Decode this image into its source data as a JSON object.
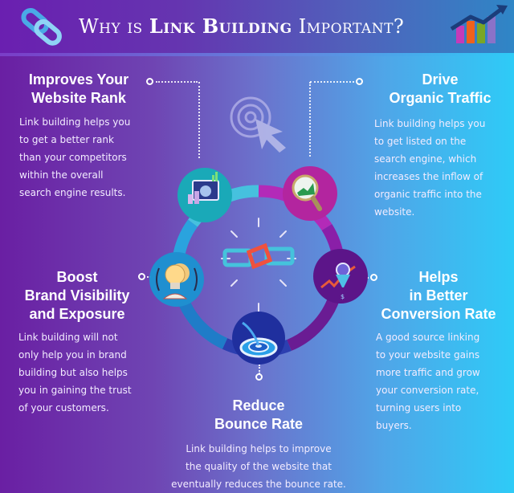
{
  "header": {
    "title_part1": "Why is ",
    "title_part2": "Link Building",
    "title_part3": " Important?",
    "left_icon": "chain-link-icon",
    "right_icon": "growth-bar-chart-icon"
  },
  "colors": {
    "bg_left": "#6a1fa3",
    "bg_right": "#2ecbf7",
    "ring_cyan": "#3fb4da",
    "ring_magenta": "#b32ab8",
    "ring_purple": "#6a1c93",
    "ring_navy": "#2c3fb0",
    "ring_blue": "#2a8fd6"
  },
  "center": {
    "icon": "broken-chain-link-icon",
    "top_icon": "click-cursor-icon"
  },
  "benefits": [
    {
      "id": "website-rank",
      "title_lines": [
        "Improves Your",
        "Website Rank"
      ],
      "desc_lines": [
        "Link building helps you",
        "to get a better rank",
        "than your competitors",
        "within the overall",
        "search engine results."
      ],
      "icon": "analytics-monitor-icon",
      "circle_color": "#1aa9b8"
    },
    {
      "id": "organic-traffic",
      "title_lines": [
        "Drive",
        "Organic Traffic"
      ],
      "desc_lines": [
        "Link building helps you",
        "to get listed on the",
        "search engine, which",
        "increases the inflow of",
        "organic traffic into the",
        "website."
      ],
      "icon": "magnifier-search-icon",
      "circle_color": "#b3259f"
    },
    {
      "id": "brand-visibility",
      "title_lines": [
        "Boost",
        "Brand Visibility",
        "and Exposure"
      ],
      "desc_lines": [
        "Link building will not",
        "only help you in brand",
        "building but also helps",
        "you in gaining the trust",
        "of your customers."
      ],
      "icon": "lightbulb-person-icon",
      "circle_color": "#1f8fd0"
    },
    {
      "id": "conversion-rate",
      "title_lines": [
        "Helps",
        "in Better",
        "Conversion Rate"
      ],
      "desc_lines": [
        "A good source linking",
        "to your website gains",
        "more traffic and grow",
        "your conversion rate,",
        "turning users into",
        "buyers."
      ],
      "icon": "conversion-funnel-icon",
      "circle_color": "#5c1589"
    },
    {
      "id": "bounce-rate",
      "title_lines": [
        "Reduce",
        "Bounce Rate"
      ],
      "desc_lines": [
        "Link building helps to improve",
        "the quality of the website that",
        "eventually reduces the bounce rate."
      ],
      "icon": "target-dart-icon",
      "circle_color": "#1f2f9e"
    }
  ]
}
